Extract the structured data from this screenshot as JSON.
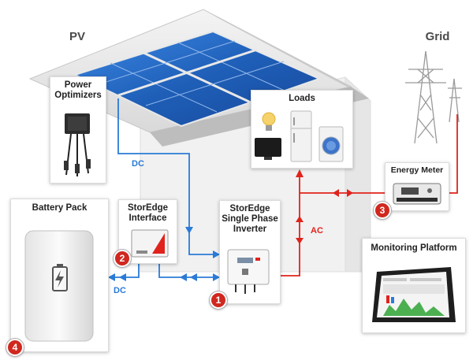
{
  "areas": {
    "pv": "PV",
    "grid": "Grid"
  },
  "components": {
    "power_optimizers": "Power\nOptimizers",
    "loads": "Loads",
    "energy_meter": "Energy Meter",
    "battery_pack": "Battery Pack",
    "storedge_interface": "StorEdge\nInterface",
    "inverter": "StorEdge\nSingle Phase\nInverter",
    "monitoring_platform": "Monitoring Platform"
  },
  "flows": {
    "dc_top": "DC",
    "dc_bottom": "DC",
    "ac": "AC"
  },
  "badges": {
    "inverter": "1",
    "interface": "2",
    "meter": "3",
    "battery": "4"
  },
  "colors": {
    "dc_line": "#2b7bd6",
    "ac_line": "#e0231c",
    "badge": "#d0281f",
    "panel": "#1f5fb8"
  }
}
